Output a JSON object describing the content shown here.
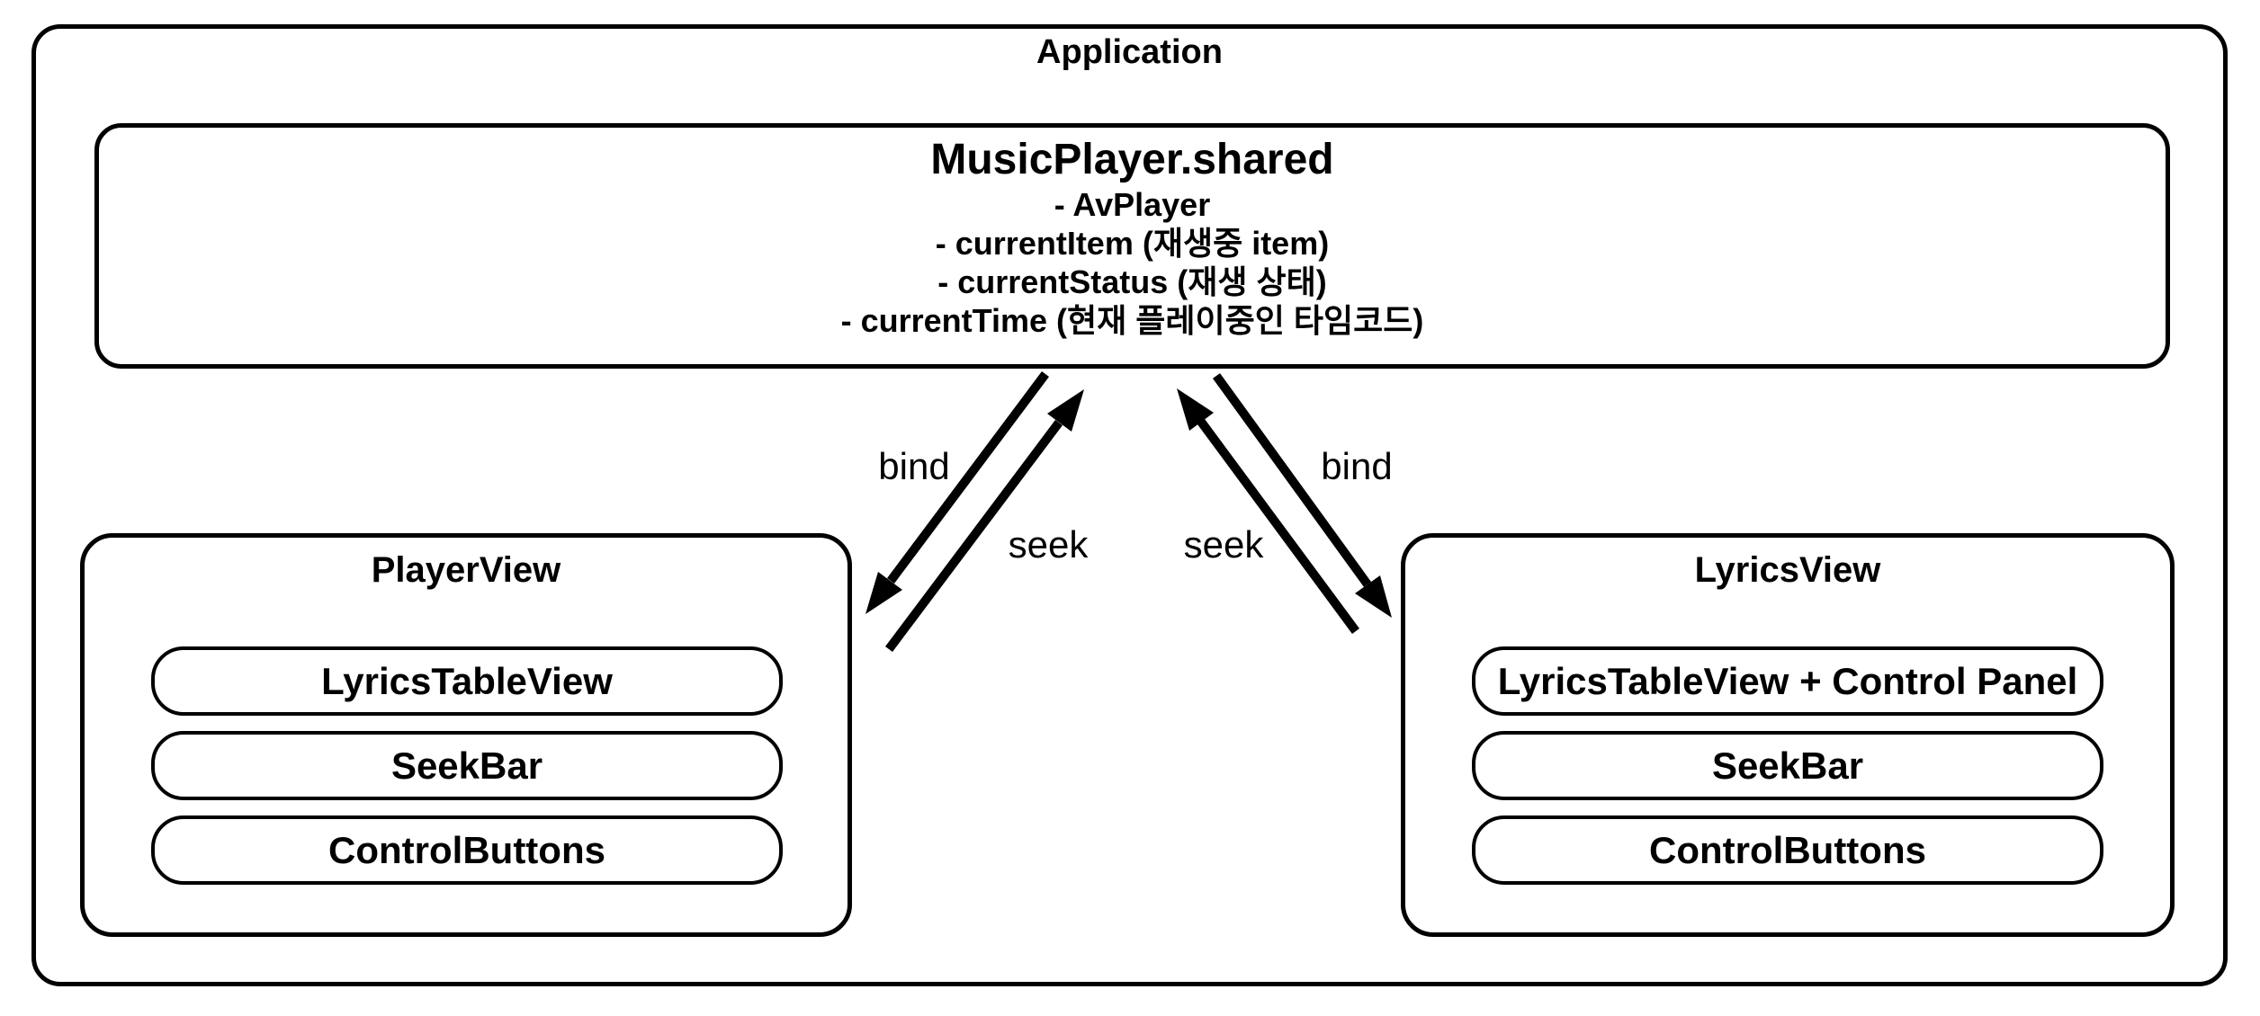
{
  "diagram": {
    "application": {
      "title": "Application"
    },
    "music_player": {
      "title": "MusicPlayer.shared",
      "items": [
        "- AvPlayer",
        "- currentItem (재생중 item)",
        "- currentStatus (재생 상태)",
        "- currentTime (현재 플레이중인 타임코드)"
      ]
    },
    "player_view": {
      "title": "PlayerView",
      "children": [
        "LyricsTableView",
        "SeekBar",
        "ControlButtons"
      ]
    },
    "lyrics_view": {
      "title": "LyricsView",
      "children": [
        "LyricsTableView + Control Panel",
        "SeekBar",
        "ControlButtons"
      ]
    },
    "edges": [
      {
        "label": "bind",
        "from": "MusicPlayer.shared",
        "to": "PlayerView"
      },
      {
        "label": "seek",
        "from": "PlayerView",
        "to": "MusicPlayer.shared"
      },
      {
        "label": "seek",
        "from": "LyricsView",
        "to": "MusicPlayer.shared"
      },
      {
        "label": "bind",
        "from": "MusicPlayer.shared",
        "to": "LyricsView"
      }
    ],
    "colors": {
      "background": "#ffffff",
      "stroke": "#000000",
      "text": "#000000"
    }
  }
}
